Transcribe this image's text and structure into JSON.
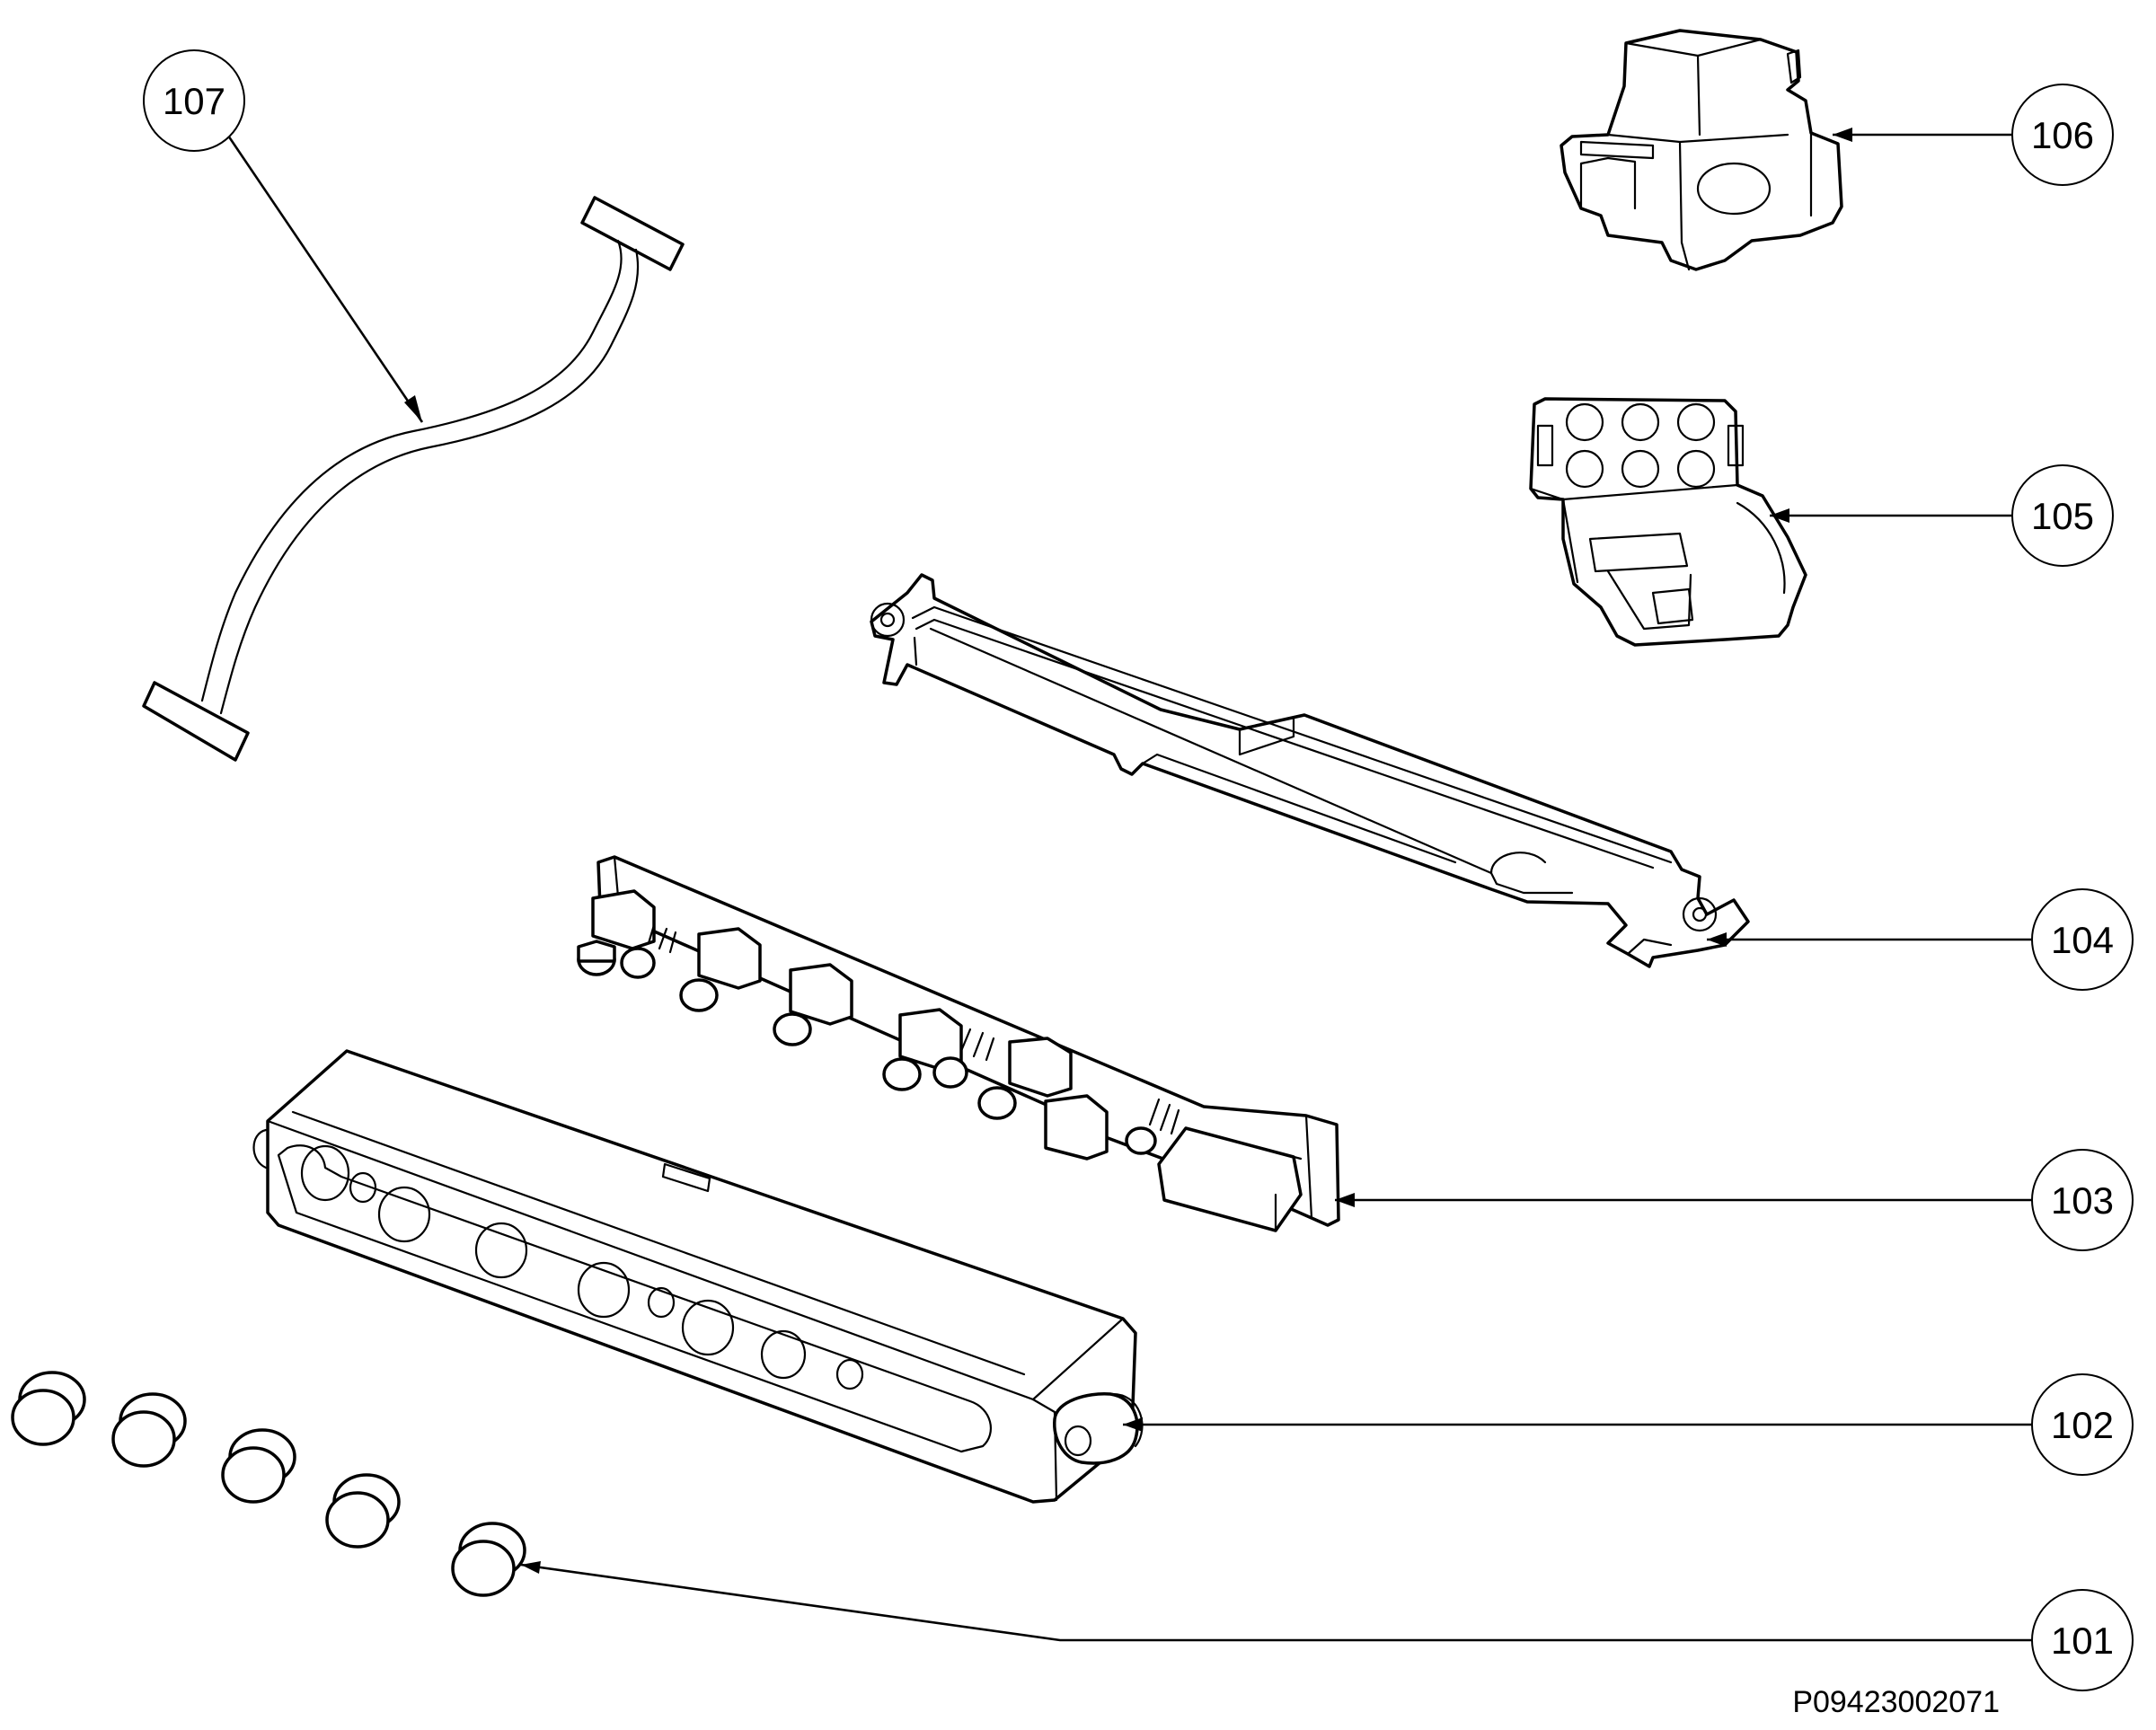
{
  "callouts": [
    {
      "id": "107",
      "label": "107"
    },
    {
      "id": "106",
      "label": "106"
    },
    {
      "id": "105",
      "label": "105"
    },
    {
      "id": "104",
      "label": "104"
    },
    {
      "id": "103",
      "label": "103"
    },
    {
      "id": "102",
      "label": "102"
    },
    {
      "id": "101",
      "label": "101"
    }
  ],
  "drawing_number": "P09423002071",
  "colors": {
    "line": "#000000",
    "background": "#ffffff"
  }
}
